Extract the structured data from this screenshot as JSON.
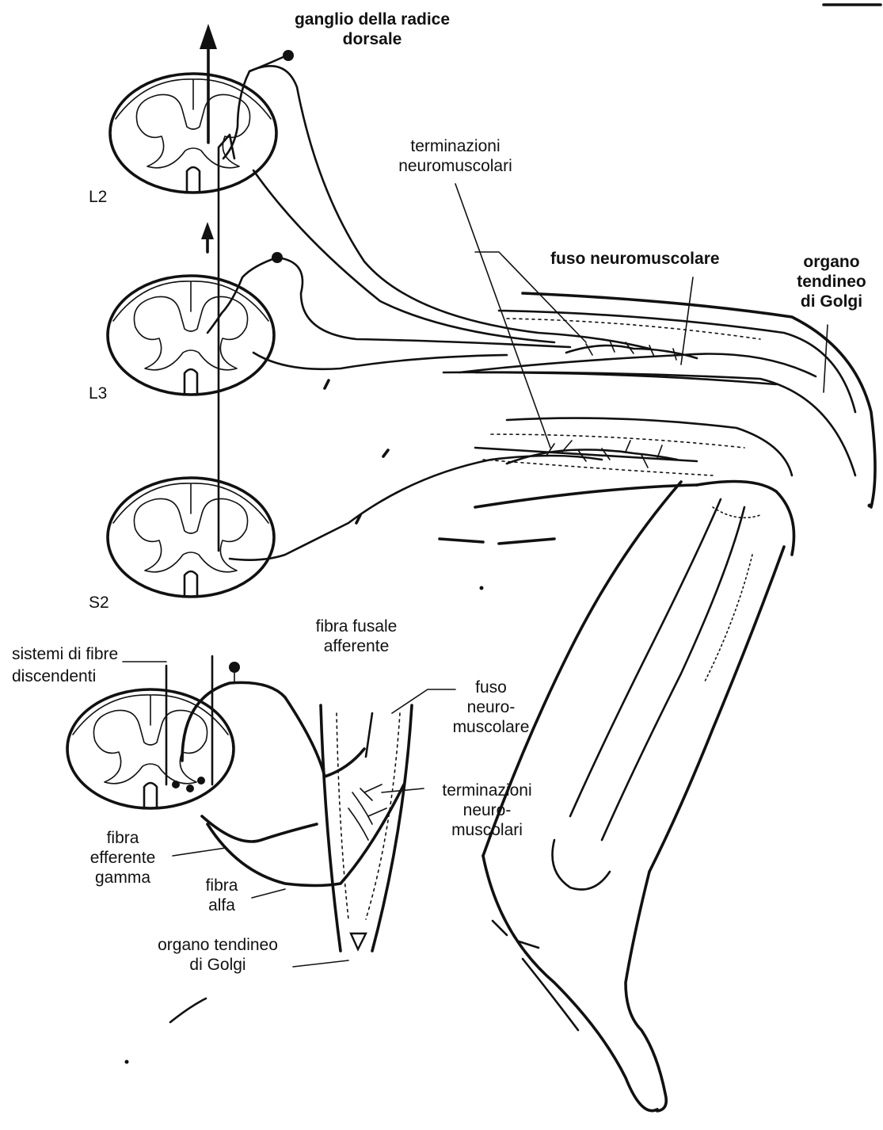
{
  "colors": {
    "ink": "#111111",
    "paper": "#ffffff"
  },
  "labels": {
    "ganglio": "ganglio della radice\ndorsale",
    "terminazioni_top": "terminazioni\nneuromuscolari",
    "fuso_top": "fuso neuromuscolare",
    "organo_top": "organo\ntendineo\ndi Golgi",
    "L2": "L2",
    "L3": "L3",
    "S2": "S2",
    "fibra_fusale": "fibra fusale\nafferente",
    "sistemi": "sistemi di fibre\ndiscendenti",
    "fuso_bottom": "fuso\nneuro-\nmuscolare",
    "terminazioni_bottom": "terminazioni\nneuro-\nmuscolari",
    "fibra_efferente": "fibra\nefferente\ngamma",
    "fibra_alfa": "fibra\nalfa",
    "organo_bottom": "organo tendineo\ndi Golgi"
  }
}
